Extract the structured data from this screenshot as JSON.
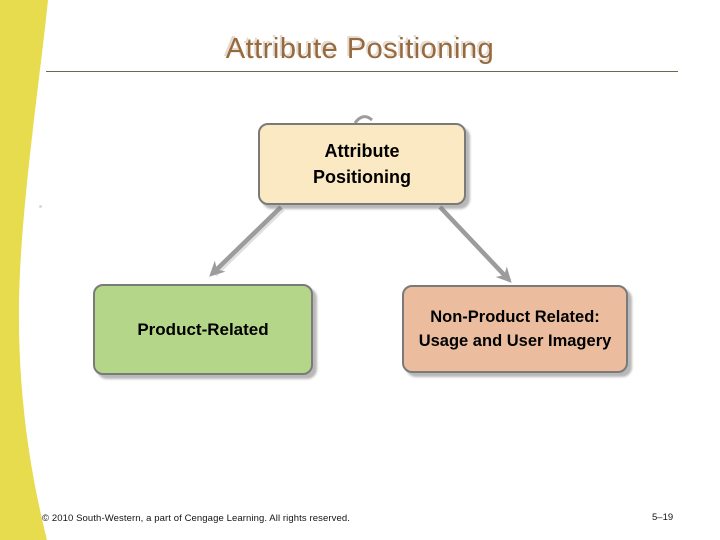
{
  "slide": {
    "title": "Attribute Positioning",
    "footer": "© 2010 South-Western, a part of Cengage Learning. All rights reserved.",
    "page_number": "5–19"
  },
  "diagram": {
    "root": {
      "lines": [
        "Attribute",
        "Positioning"
      ],
      "fill": "#FAE9C2",
      "border": "#7C7C7C"
    },
    "left_child": {
      "lines": [
        "Product-Related"
      ],
      "fill": "#B4D689",
      "border": "#6F6F6F"
    },
    "right_child": {
      "lines": [
        "Non-Product Related:",
        "Usage and User Imagery"
      ],
      "fill": "#EBBD9E",
      "border": "#7C7C7C"
    },
    "connector_color": "#9C9C9C"
  },
  "theme": {
    "accent_bar_color": "#E7DC4E",
    "title_color": "#966A3E",
    "rule_color": "#6E684A"
  }
}
